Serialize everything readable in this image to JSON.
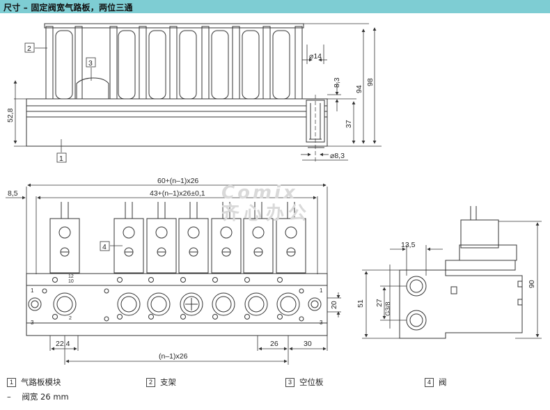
{
  "header": {
    "title": "尺寸 – 固定阀宽气路板，两位三通"
  },
  "colors": {
    "header_background": "#7ecdd3",
    "line": "#333333",
    "watermark_brand": "#f2b8b8"
  },
  "callouts": [
    "1",
    "2",
    "3",
    "4"
  ],
  "dimensions": {
    "side_view": {
      "diameter_14": "⌀14",
      "height_8_3": "8,3",
      "height_94": "94",
      "height_98": "98",
      "height_52_8": "52,8",
      "height_37": "37",
      "diameter_8_3": "⌀8,3"
    },
    "top_view": {
      "overall_length": "60+(n–1)x26",
      "mount_pitch": "43+(n–1)x26±0,1",
      "offset_8_5": "8,5",
      "spacing_20": "20",
      "pitch_22_4": "22,4",
      "valve_width_26": "26",
      "end_30": "30",
      "pitch_total": "(n–1)x26"
    },
    "end_view": {
      "width_13_5": "13,5",
      "height_51": "51",
      "height_27": "27",
      "port_g3_8": "G3/8",
      "height_90": "90"
    }
  },
  "port_labels": {
    "port_1": "1",
    "port_3": "3",
    "coil_12": "12",
    "coil_10": "10",
    "coil_2": "2"
  },
  "watermark": {
    "brand": "Comix",
    "subtitle": "齐心办公"
  },
  "legend": [
    {
      "num": "1",
      "label": "气路板模块"
    },
    {
      "num": "2",
      "label": "支架"
    },
    {
      "num": "3",
      "label": "空位板"
    },
    {
      "num": "4",
      "label": "阀"
    }
  ],
  "note": {
    "dash": "–",
    "text": "阀宽 26 mm"
  }
}
